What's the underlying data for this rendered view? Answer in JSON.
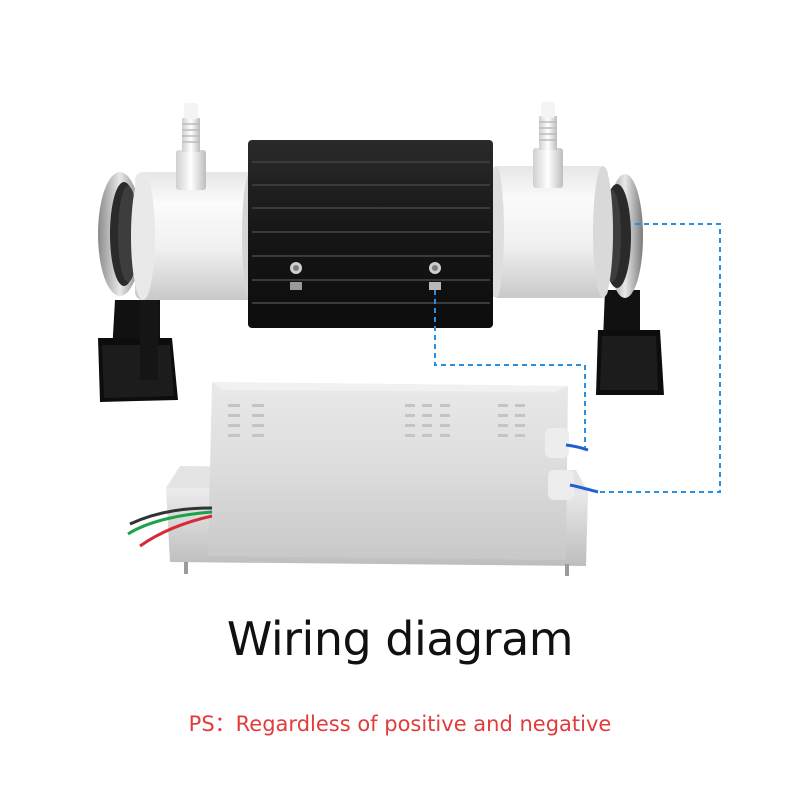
{
  "title": "Wiring diagram",
  "note": {
    "prefix": "PS：",
    "text": "Regardless of positive and negative"
  },
  "colors": {
    "title": "#111111",
    "note": "#e23b3b",
    "wire_dashed": "#2b8fe0",
    "wire_lead": "#2060d0",
    "heatsink": "#1b1b1b",
    "housing": "#f2f2f2",
    "psu_body": "#dcdcdc",
    "bracket": "#111111"
  },
  "icons": [
    "ozone-tube-icon",
    "power-supply-icon",
    "wire-icon"
  ]
}
